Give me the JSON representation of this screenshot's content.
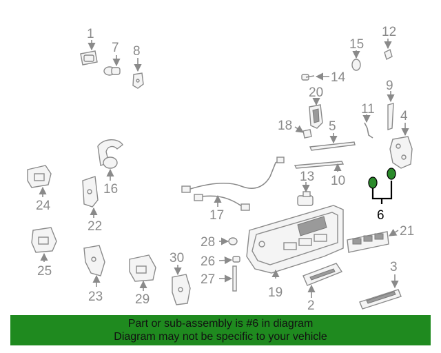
{
  "callouts": {
    "p1": "1",
    "p2": "2",
    "p3": "3",
    "p4": "4",
    "p5": "5",
    "p6": "6",
    "p7": "7",
    "p8": "8",
    "p9": "9",
    "p10": "10",
    "p11": "11",
    "p12": "12",
    "p13": "13",
    "p14": "14",
    "p15": "15",
    "p16": "16",
    "p17": "17",
    "p18": "18",
    "p19": "19",
    "p20": "20",
    "p21": "21",
    "p22": "22",
    "p23": "23",
    "p24": "24",
    "p25": "25",
    "p26": "26",
    "p27": "27",
    "p28": "28",
    "p29": "29",
    "p30": "30"
  },
  "highlight_part": "6",
  "colors": {
    "banner": "#1f8a1f",
    "callout": "#8a8a8a",
    "highlight": "#000000"
  },
  "banner": {
    "line1": "Part or sub-assembly is #6 in diagram",
    "line2": "Diagram may not be specific to your vehicle"
  }
}
